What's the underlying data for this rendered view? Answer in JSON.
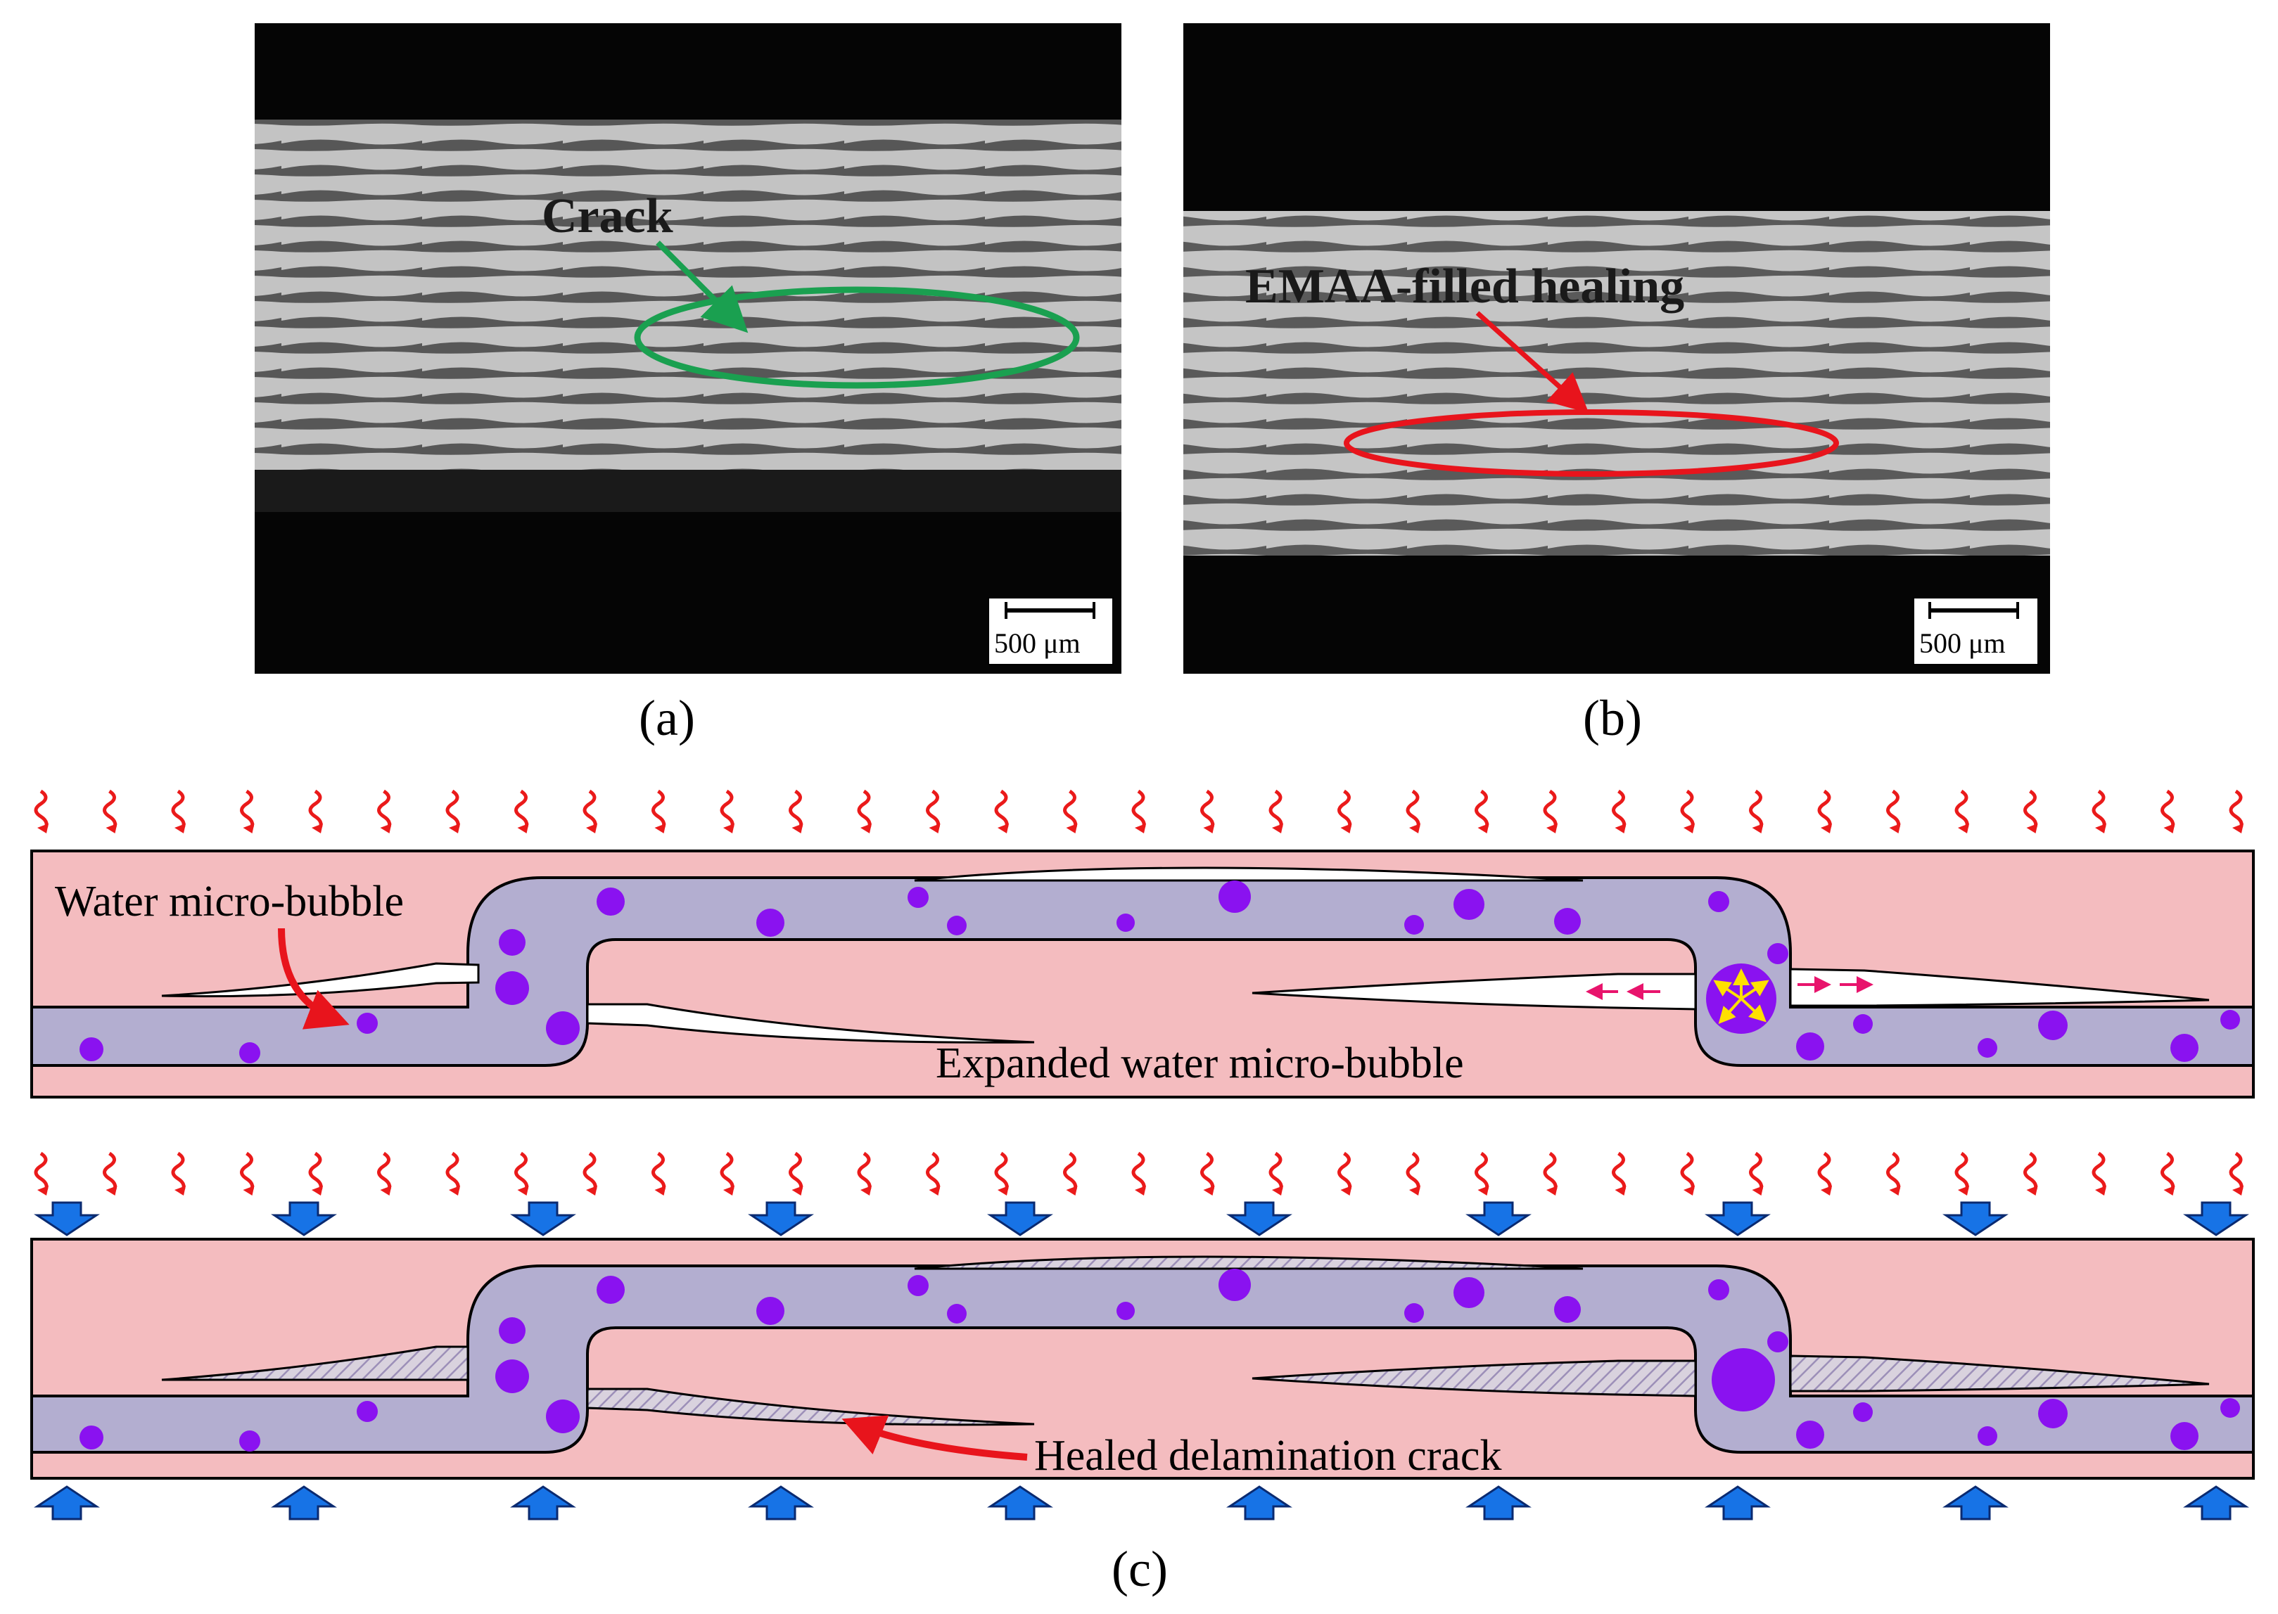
{
  "panels": {
    "a": {
      "caption": "(a)",
      "annotation": "Crack",
      "scale_bar": "500 μm",
      "colors": {
        "ellipse": "#1aa050",
        "arrow": "#1aa050"
      }
    },
    "b": {
      "caption": "(b)",
      "annotation": "EMAA-filled healing",
      "scale_bar": "500 μm",
      "colors": {
        "ellipse": "#e8141c",
        "arrow": "#e8141c"
      }
    },
    "c": {
      "caption": "(c)",
      "top_labels": {
        "water_bubble": "Water micro-bubble",
        "expanded_bubble": "Expanded water micro-bubble"
      },
      "bottom_labels": {
        "healed_crack": "Healed delamination crack"
      }
    }
  },
  "colors": {
    "laminate": "#f4bcbf",
    "emaa": "#b3aed0",
    "bubble": "#8a12f0",
    "heat_wave": "#ea1a1a",
    "pressure_arrow": "#1773e6",
    "crack_open": "#ffffff",
    "expansion_arrow_inner": "#ffe000",
    "expansion_arrow_outer": "#e8146c"
  }
}
